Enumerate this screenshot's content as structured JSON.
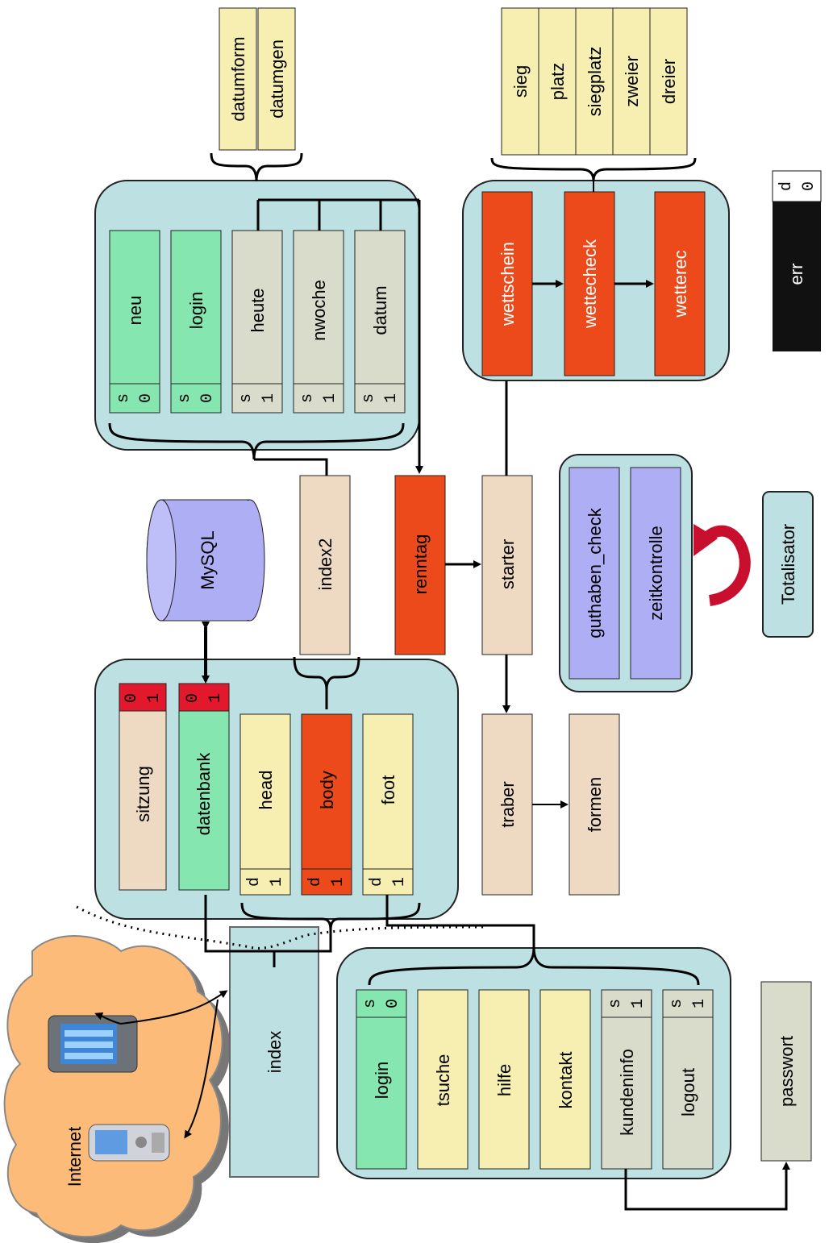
{
  "cloud": {
    "label": "Internet"
  },
  "boxes": {
    "index": "index",
    "index2": "index2",
    "mysql": "MySQL",
    "sitzung": "sitzung",
    "datenbank": "datenbank",
    "head": "head",
    "body": "body",
    "foot": "foot",
    "traber": "traber",
    "formen": "formen",
    "renntag": "renntag",
    "starter": "starter",
    "guthaben_check": "guthaben_check",
    "zeitkontrolle": "zeitkontrolle",
    "totalisator": "Totalisator",
    "passwort": "passwort",
    "neu": "neu",
    "login_top": "login",
    "heute": "heute",
    "nwoche": "nwoche",
    "datum": "datum",
    "datumform": "datumform",
    "datumgen": "datumgen",
    "wettschein": "wettschein",
    "wettecheck": "wettecheck",
    "wetterec": "wetterec",
    "sieg": "sieg",
    "platz": "platz",
    "siegplatz": "siegplatz",
    "zweier": "zweier",
    "dreier": "dreier",
    "login_menu": "login",
    "tsuche": "tsuche",
    "hilfe": "hilfe",
    "kontakt": "kontakt",
    "kundeninfo": "kundeninfo",
    "logout": "logout"
  },
  "tags": {
    "s": "s",
    "d": "d",
    "zero": "0",
    "one": "1"
  },
  "legend": {
    "label": "err",
    "top": "d",
    "bottom": "0"
  },
  "colors": {
    "panel": "#bde0e3",
    "green": "#86e6b0",
    "tan": "#eed9c2",
    "yellow": "#f6efb1",
    "grey": "#d9dccb",
    "orange": "#ec4a1a",
    "red": "#e2192c",
    "lavender": "#aeaef5",
    "cloud": "#fdbb7a"
  }
}
